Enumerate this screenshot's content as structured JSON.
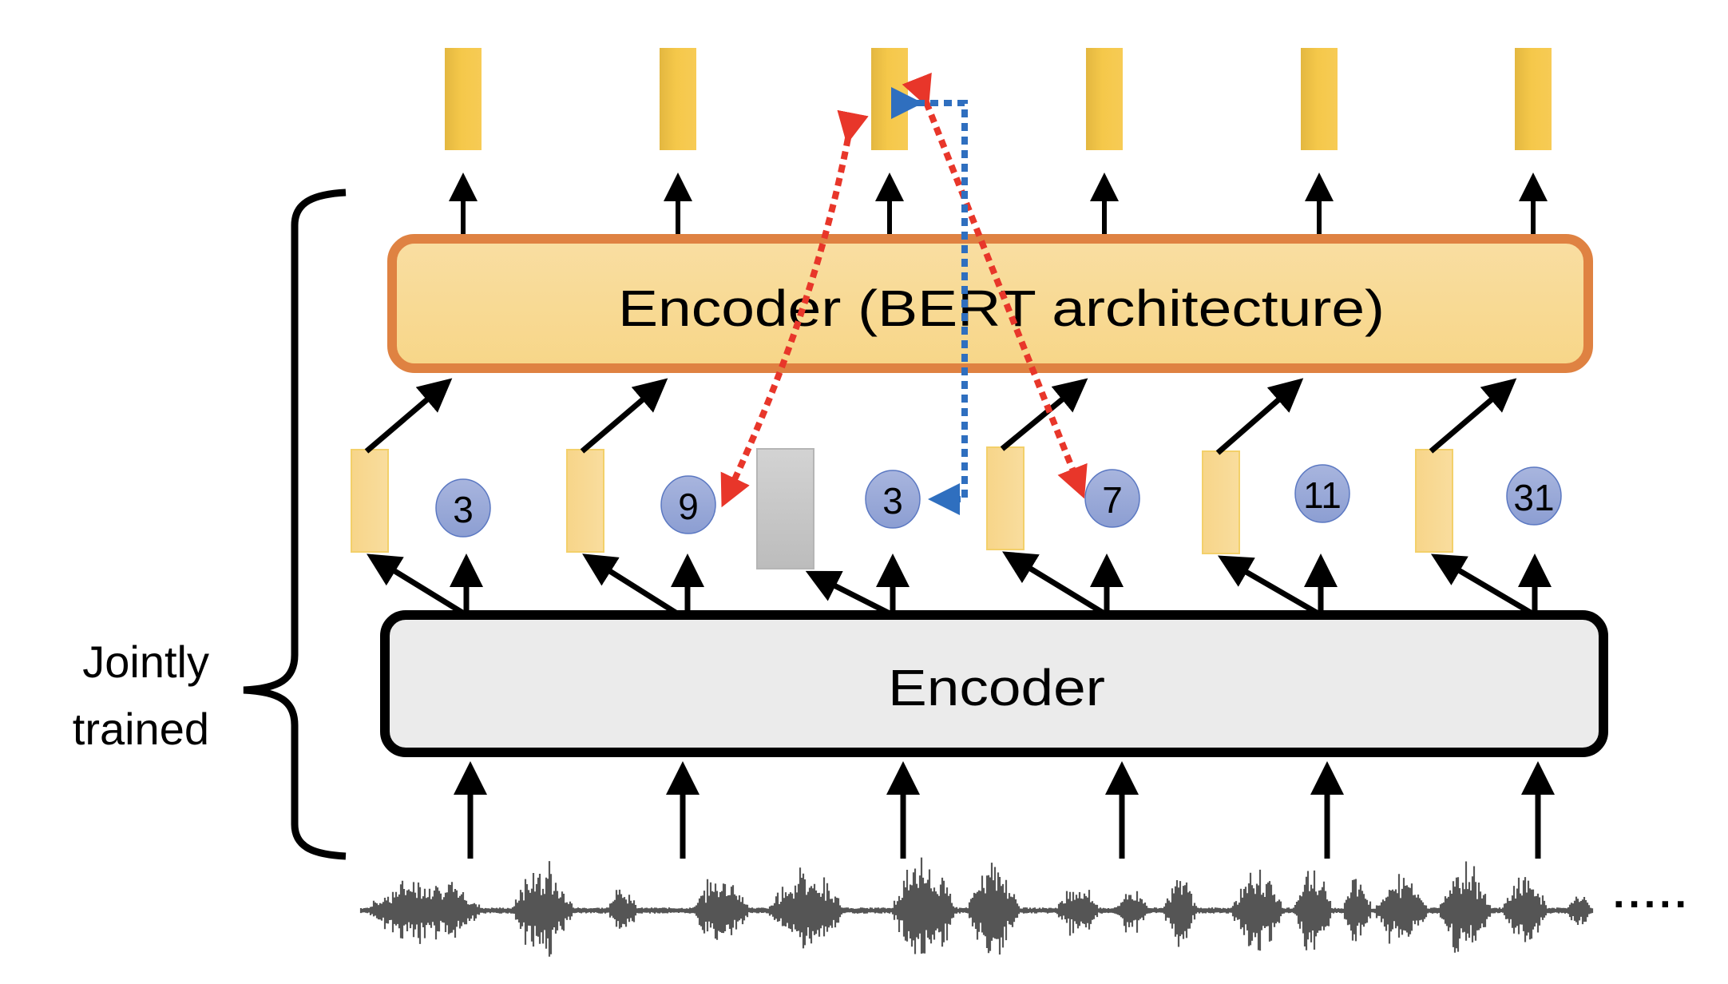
{
  "diagram": {
    "upper_encoder_label": "Encoder (BERT architecture)",
    "lower_encoder_label": "Encoder",
    "side_label_line1": "Jointly",
    "side_label_line2": "trained",
    "continuation": ".....",
    "columns": [
      {
        "cluster_id": "3",
        "masked": false
      },
      {
        "cluster_id": "9",
        "masked": false
      },
      {
        "cluster_id": "3",
        "masked": true
      },
      {
        "cluster_id": "7",
        "masked": false
      },
      {
        "cluster_id": "11",
        "masked": false
      },
      {
        "cluster_id": "31",
        "masked": false
      }
    ],
    "colors": {
      "output_token": "#f5c84a",
      "bert_border": "#df8242",
      "bert_fill": "#f8da96",
      "feature_fill": "#f8d891",
      "masked_fill": "#c8c8c8",
      "cluster_fill": "#97a5d6",
      "cluster_border": "#5b78c2",
      "lower_encoder_fill": "#ebebeb",
      "predict_arrow": "#e8362a",
      "target_arrow": "#2f6fbf",
      "waveform": "#555555"
    },
    "arrows": {
      "predictions": [
        {
          "from": "masked-output",
          "to": "cluster-2",
          "color": "predict"
        },
        {
          "from": "masked-output",
          "to": "cluster-4",
          "color": "predict"
        },
        {
          "from": "masked-output",
          "to": "cluster-3",
          "color": "target"
        }
      ]
    }
  }
}
